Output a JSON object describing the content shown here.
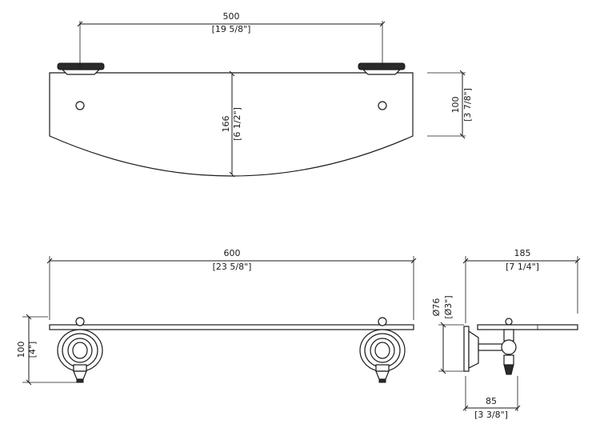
{
  "top_view": {
    "bracket_spacing": {
      "value": "500",
      "imperial": "[19 5/8\"]"
    },
    "shelf_depth": {
      "value": "166",
      "imperial": "[6 1/2\"]"
    },
    "edge_depth": {
      "value": "100",
      "imperial": "[3 7/8\"]"
    }
  },
  "front_view": {
    "overall_width": {
      "value": "600",
      "imperial": "[23 5/8\"]"
    },
    "height": {
      "value": "100",
      "imperial": "[4\"]"
    }
  },
  "side_view": {
    "overall_depth": {
      "value": "185",
      "imperial": "[7 1/4\"]"
    },
    "flange_diameter": {
      "value": "Ø76",
      "imperial": "[Ø3\"]"
    },
    "projection": {
      "value": "85",
      "imperial": "[3 3/8\"]"
    }
  }
}
